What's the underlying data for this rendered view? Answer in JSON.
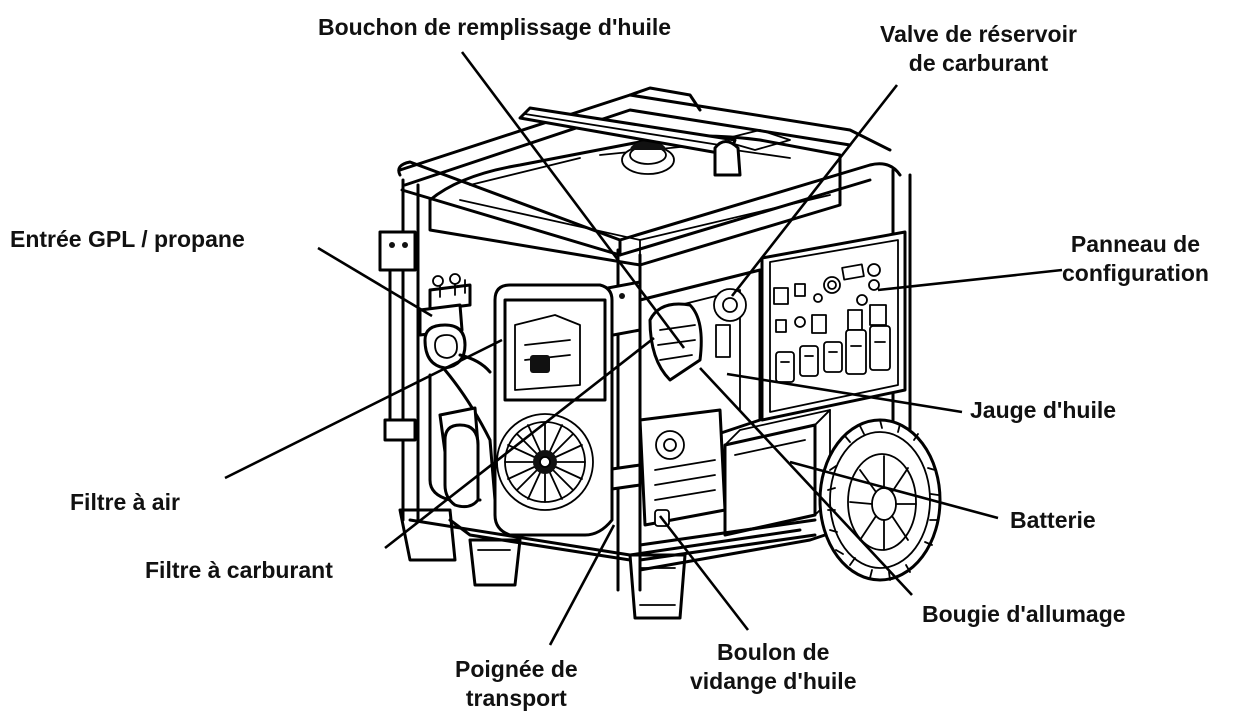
{
  "labels": {
    "oil_fill_cap": "Bouchon de remplissage d'huile",
    "fuel_tank_valve": [
      "Valve de réservoir",
      "de carburant"
    ],
    "lpg_inlet": "Entrée GPL / propane",
    "control_panel": [
      "Panneau de",
      "configuration"
    ],
    "dipstick": "Jauge d'huile",
    "air_filter": "Filtre à air",
    "battery": "Batterie",
    "fuel_filter": "Filtre à carburant",
    "spark_plug": "Bougie d'allumage",
    "carry_handle": [
      "Poignée de",
      "transport"
    ],
    "oil_drain_bolt": [
      "Boulon de",
      "vidange d'huile"
    ]
  },
  "icons": {
    "generator": "generator-line-drawing"
  },
  "colors": {
    "line": "#000000",
    "text": "#111111",
    "background": "#ffffff"
  }
}
